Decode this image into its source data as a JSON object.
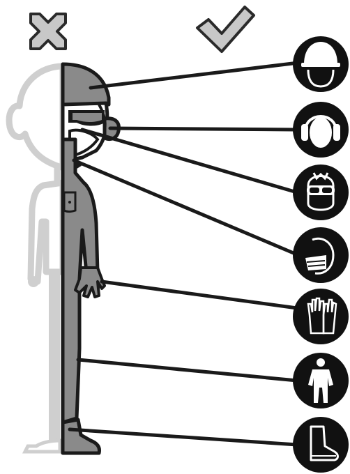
{
  "diagram": {
    "marks": {
      "wrong": "cross-icon",
      "right": "check-icon"
    },
    "ppe_items": [
      {
        "icon": "hard-hat-icon",
        "target": "head"
      },
      {
        "icon": "ear-protection-icon",
        "target": "ear"
      },
      {
        "icon": "safety-goggles-icon",
        "target": "eyes"
      },
      {
        "icon": "face-mask-icon",
        "target": "mouth"
      },
      {
        "icon": "gloves-icon",
        "target": "hand"
      },
      {
        "icon": "coverall-icon",
        "target": "body"
      },
      {
        "icon": "safety-boot-icon",
        "target": "foot"
      }
    ],
    "colors": {
      "unprotected": "#cfcfcf",
      "protected": "#8a8a8a",
      "outline": "#1a1a1a",
      "icon_bg": "#111111",
      "icon_fg": "#ffffff",
      "mark_fill": "#c8c8c8"
    }
  }
}
